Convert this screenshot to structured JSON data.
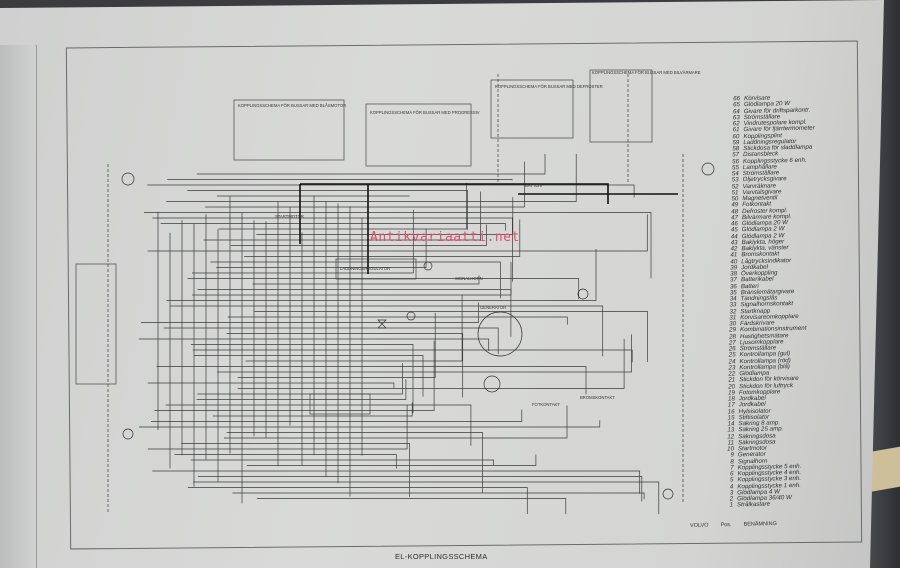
{
  "document": {
    "title": "EL-KOPPLINGSSCHEMA",
    "watermark": "Antikvariaatti.net"
  },
  "diagram_labels": {
    "box1": "KOPPLINGSSCHEMA FÖR BUSSAR MED BLÅSMOTOR",
    "box2": "KOPPLINGSSCHEMA FÖR BUSSAR MED PROGRESSIV",
    "box3": "KOPPLINGSSCHEMA FÖR BUSSAR MED DEFROSTER",
    "box4": "KOPPLINGSSCHEMA FÖR BUSSAR MED BILVÄRMARE",
    "regulator": "LADDNINGSREGULATOR",
    "starter": "STARTMOTOR",
    "generator": "GENERATOR",
    "battery": "BATTERI",
    "signalhorn": "SIGNALHORN",
    "bromskontakt": "BROMSKONTAKT",
    "fotkontakt": "FOTKONTAKT"
  },
  "legend": {
    "items": [
      {
        "pos": "66",
        "name": "Körvisare"
      },
      {
        "pos": "65",
        "name": "Glödlampa 20 W"
      },
      {
        "pos": "64",
        "name": "Givare för driftsparkontr."
      },
      {
        "pos": "63",
        "name": "Strömställare"
      },
      {
        "pos": "62",
        "name": "Vindrutespolare kompl."
      },
      {
        "pos": "61",
        "name": "Givare för fjärrtermometer"
      },
      {
        "pos": "60",
        "name": "Kopplingsplint"
      },
      {
        "pos": "59",
        "name": "Laddningsregulator"
      },
      {
        "pos": "58",
        "name": "Stickdosa för sladdlampa"
      },
      {
        "pos": "57",
        "name": "Distansbleck"
      },
      {
        "pos": "56",
        "name": "Kopplingsstycke 6 enh."
      },
      {
        "pos": "55",
        "name": "Lamphållare"
      },
      {
        "pos": "54",
        "name": "Strömställare"
      },
      {
        "pos": "53",
        "name": "Oljetrycksgivare"
      },
      {
        "pos": "52",
        "name": "Varvräknare"
      },
      {
        "pos": "51",
        "name": "Varvtalsgivare"
      },
      {
        "pos": "50",
        "name": "Magnetventil"
      },
      {
        "pos": "49",
        "name": "Fotkontakt"
      },
      {
        "pos": "48",
        "name": "Defroster kompl."
      },
      {
        "pos": "47",
        "name": "Bilvärmare kompl."
      },
      {
        "pos": "46",
        "name": "Glödlampa 20 W"
      },
      {
        "pos": "45",
        "name": "Glödlampa 2 W"
      },
      {
        "pos": "44",
        "name": "Glödlampa 2 W"
      },
      {
        "pos": "43",
        "name": "Baklykta, höger"
      },
      {
        "pos": "42",
        "name": "Baklykta, vänster"
      },
      {
        "pos": "41",
        "name": "Bromskontakt"
      },
      {
        "pos": "40",
        "name": "Lågtrycksindikator"
      },
      {
        "pos": "39",
        "name": "Jordkabel"
      },
      {
        "pos": "38",
        "name": "Överkoppling"
      },
      {
        "pos": "37",
        "name": "Batterikabel"
      },
      {
        "pos": "36",
        "name": "Batteri"
      },
      {
        "pos": "35",
        "name": "Bränslemätargivare"
      },
      {
        "pos": "34",
        "name": "Tändningslås"
      },
      {
        "pos": "33",
        "name": "Signalhornskontakt"
      },
      {
        "pos": "32",
        "name": "Startknapp"
      },
      {
        "pos": "31",
        "name": "Körvisareomkopplare"
      },
      {
        "pos": "30",
        "name": "Färdskrivare"
      },
      {
        "pos": "29",
        "name": "Kombinationsinstrument"
      },
      {
        "pos": "28",
        "name": "Hastighetsmätare"
      },
      {
        "pos": "27",
        "name": "Ljusomkopplare"
      },
      {
        "pos": "26",
        "name": "Strömställare"
      },
      {
        "pos": "25",
        "name": "Kontrollampa (gul)"
      },
      {
        "pos": "24",
        "name": "Kontrollampa (röd)"
      },
      {
        "pos": "23",
        "name": "Kontrollampa (blå)"
      },
      {
        "pos": "22",
        "name": "Glödlampa"
      },
      {
        "pos": "21",
        "name": "Stickdon för körvisare"
      },
      {
        "pos": "20",
        "name": "Stickdon för luftryck"
      },
      {
        "pos": "19",
        "name": "Fotomkopplare"
      },
      {
        "pos": "18",
        "name": "Jordkabel"
      },
      {
        "pos": "17",
        "name": "Jordkabel"
      },
      {
        "pos": "16",
        "name": "Hylsisolator"
      },
      {
        "pos": "15",
        "name": "Stiftisolator"
      },
      {
        "pos": "14",
        "name": "Säkring 8 amp."
      },
      {
        "pos": "13",
        "name": "Säkring 25 amp."
      },
      {
        "pos": "12",
        "name": "Säkringsdosa"
      },
      {
        "pos": "11",
        "name": "Säkringsdosa"
      },
      {
        "pos": "10",
        "name": "Startmotor"
      },
      {
        "pos": "9",
        "name": "Generator"
      },
      {
        "pos": "8",
        "name": "Signalhorn"
      },
      {
        "pos": "7",
        "name": "Kopplingsstycke 5 enh."
      },
      {
        "pos": "6",
        "name": "Kopplingsstycke 4 enh."
      },
      {
        "pos": "5",
        "name": "Kopplingsstycke 3 enh."
      },
      {
        "pos": "4",
        "name": "Kopplingsstycke 1 enh."
      },
      {
        "pos": "3",
        "name": "Glödlampa 4 W"
      },
      {
        "pos": "2",
        "name": "Glödlampa 36/40 W"
      },
      {
        "pos": "1",
        "name": "Strålkastare"
      }
    ],
    "footer": {
      "model": "VOLVO",
      "pos_header": "Pos.",
      "name_header": "BENÄMNING"
    }
  },
  "colors": {
    "paper": "#d6d7d5",
    "ink": "#2c2d30",
    "watermark": "#e0506a",
    "background": "#3b3c40"
  }
}
